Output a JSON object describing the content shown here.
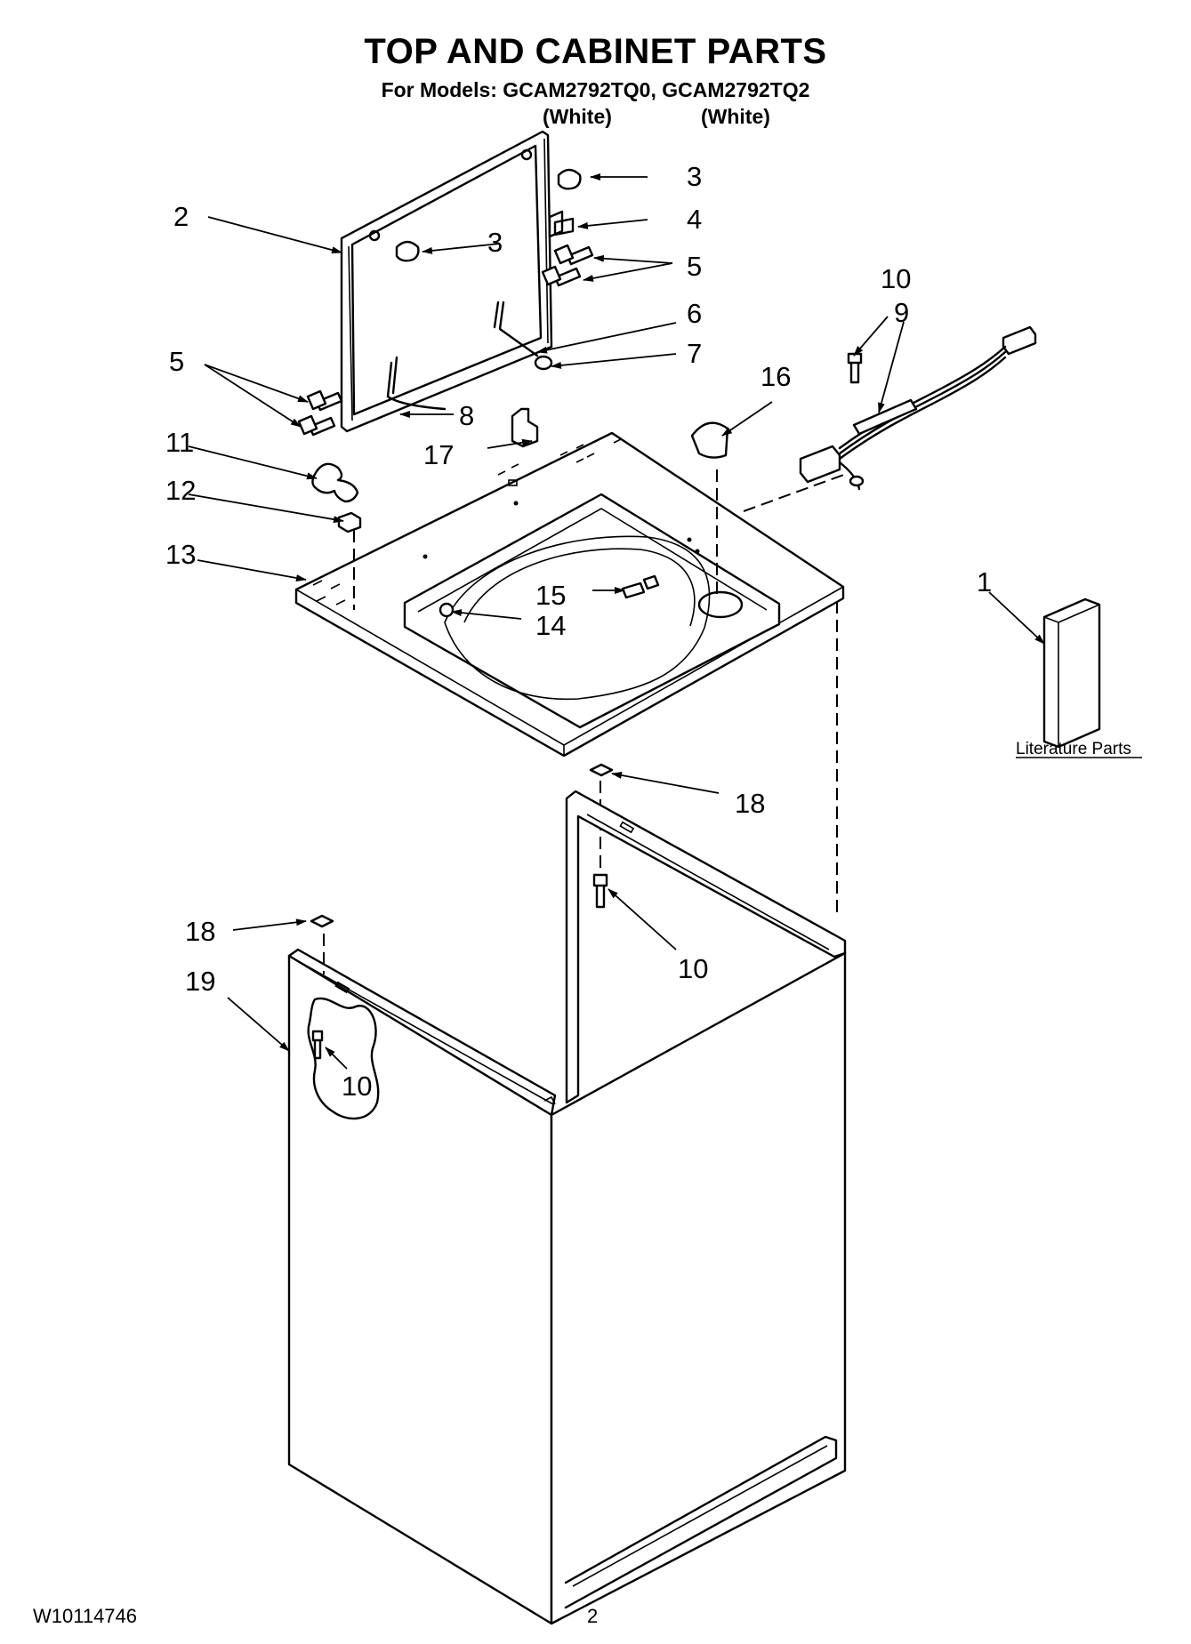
{
  "header": {
    "title": "TOP AND CABINET PARTS",
    "models_line": "For Models: GCAM2792TQ0, GCAM2792TQ2",
    "color_1": "(White)",
    "color_2": "(White)"
  },
  "diagram": {
    "callouts": {
      "c1": "1",
      "c2": "2",
      "c3a": "3",
      "c3b": "3",
      "c4": "4",
      "c5a": "5",
      "c5b": "5",
      "c6": "6",
      "c7": "7",
      "c8": "8",
      "c9": "9",
      "c10a": "10",
      "c10b": "10",
      "c10c": "10",
      "c11": "11",
      "c12": "12",
      "c13": "13",
      "c14": "14",
      "c15": "15",
      "c16": "16",
      "c17": "17",
      "c18a": "18",
      "c18b": "18",
      "c19": "19"
    },
    "literature_label": "Literature Parts"
  },
  "footer": {
    "doc_code": "W10114746",
    "page_number": "2"
  }
}
